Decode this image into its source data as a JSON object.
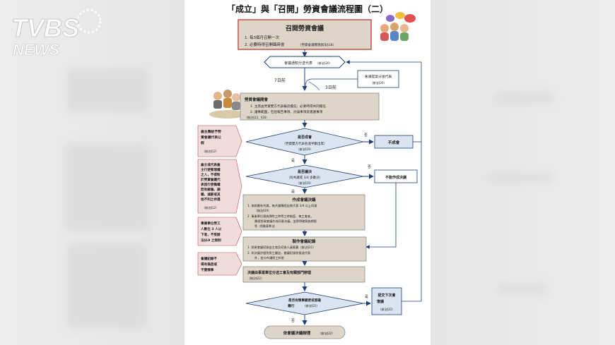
{
  "watermark": {
    "logo_text": "TVBS",
    "logo_sub": "NEWS"
  },
  "title": "「成立」與「召開」勞資會議流程圖（二）",
  "colors": {
    "tan": "#ddd6c8",
    "pink": "#f1dcdc",
    "blue": "#dbe5f1",
    "line": "#1f3f7a",
    "border_red": "#c0504d"
  },
  "header": {
    "heading": "召開勞資會議",
    "line1": "1.  每3個月召開一次",
    "line2": "2.  必要時得召開臨時會",
    "line2_note": "（勞資會議實施辦法§18）"
  },
  "notice": {
    "text": "會議通知分送代表",
    "ref": "（辦法§20）"
  },
  "proposal": {
    "text": "會議提案分送代表",
    "ref": "（辦法§20）"
  },
  "days7": "7日前",
  "days3": "3日前",
  "meeting_open": {
    "heading": "勞資會議開會",
    "line1": "1.  主席由勞資雙方代表輪流擔任；必要時得共同擔任",
    "line2": "2.  議事範圍，包括報告事項、討論事項及建議事項",
    "ref": "（辦法§13、§16）"
  },
  "quorum": {
    "q": "是否成會",
    "sub": "（勞資雙方代表各過半數出席）",
    "ref": "（辦法§19）"
  },
  "no_meeting": "不成會",
  "resolve": {
    "q": "是否議決",
    "sub": "（有共識或 3/4 多數決）",
    "ref": "（辦法§19）"
  },
  "no_resolve": "不能作成決議",
  "make_resolution": {
    "heading": "作成會議決議",
    "line1": "1.  協商應有共識，無共識應經出席代表 3/4 以上同意",
    "line1b": "（辦法§19）",
    "line2": "2.  事業單位實施彈性工時等工時制度、無工會者，",
    "line2b": "應經勞資會議作成同意決議，並得明確實施期限",
    "line2c": "等（勞動基準法）"
  },
  "minutes": {
    "heading": "製作會議紀錄",
    "line1": "1.  勞資會議紀錄由主席及紀錄人員簽署（辦法§21）",
    "line2": "2.  如決議涉個別勞工權益，會議紀錄除發送代表",
    "line2b": "外，宜公布讓勞工知悉"
  },
  "execute": {
    "text": "決議由事業單位分送工會及有關部門辦理",
    "ref": "（辦法§22）"
  },
  "change": {
    "q": "是否有情事變更或窒礙",
    "q2": "難行",
    "ref": "（辦法§22）"
  },
  "next_meeting": {
    "text": "提交下次會",
    "text2": "復議",
    "ref": "（辦法§22）"
  },
  "final": {
    "text": "依會議決議辦理",
    "ref": "（辦法§22）"
  },
  "yes": "是",
  "no": "否",
  "side_notes": [
    {
      "text": [
        "雇主應給予勞",
        "資會議代表公",
        "假"
      ],
      "ref": "（辦法§12）"
    },
    {
      "text": [
        "雇主或代表雇",
        "主行使管理權",
        "之人，不得對",
        "於勞資會議代",
        "表因行使職權",
        "而有解僱、調",
        "職、減薪或其",
        "他不利之待遇"
      ],
      "ref": "（辦法§12）"
    },
    {
      "text": [
        "事業單位勞工",
        "人數在 3 人以",
        "下者，不受辦",
        "法§19 之限制"
      ],
      "ref": ""
    },
    {
      "text": [
        "會議紀錄不",
        "得有偽造或",
        "不實情事"
      ],
      "ref": ""
    }
  ]
}
